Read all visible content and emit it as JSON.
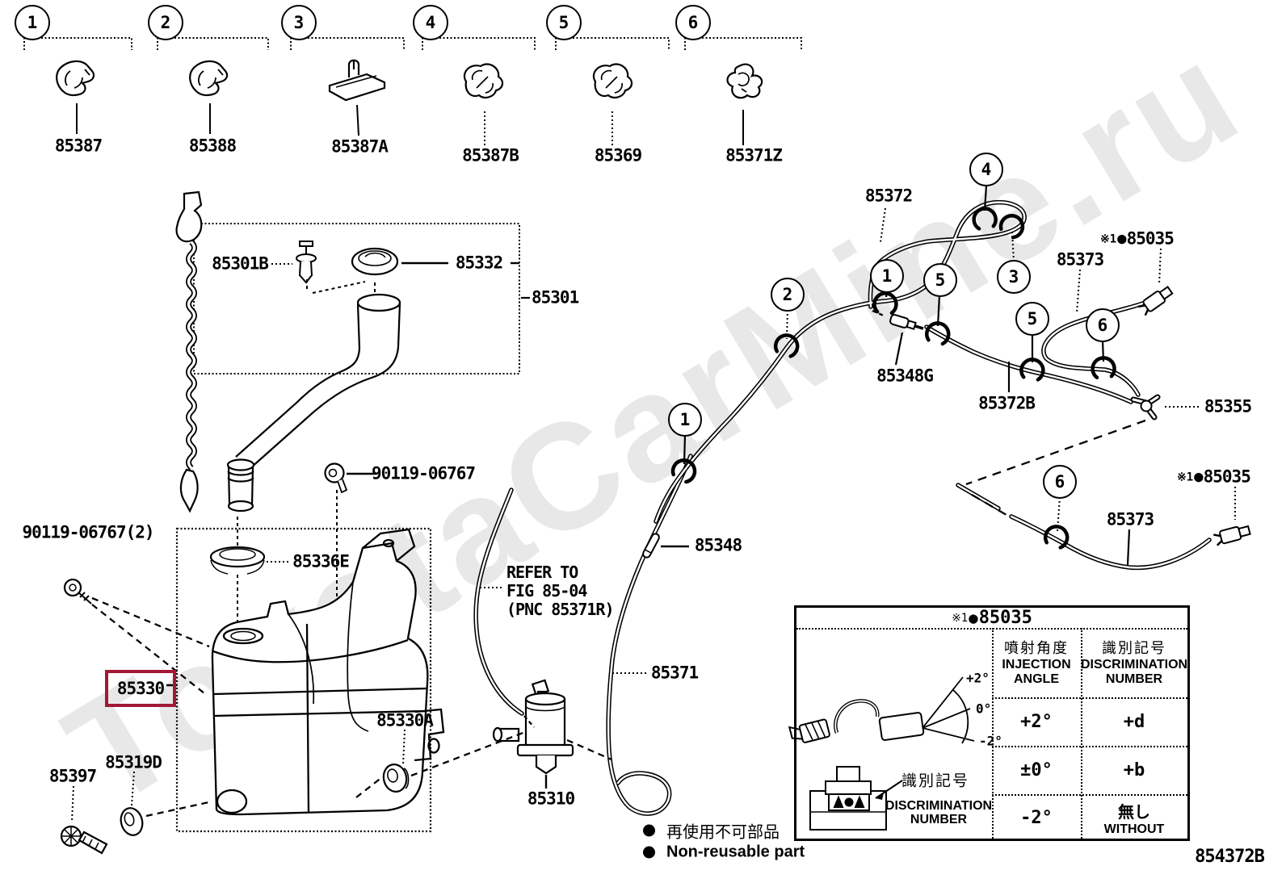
{
  "watermark": "ToyotaCarMine.ru",
  "doc_code": "854372B",
  "colors": {
    "highlight_box": "#a21836",
    "watermark": "#e8e8e8",
    "line": "#000000"
  },
  "icons": [
    "callout-circle",
    "hose-clip-hook",
    "non-reusable-dot"
  ],
  "top_sections": [
    {
      "num": "1",
      "part": "85387"
    },
    {
      "num": "2",
      "part": "85388"
    },
    {
      "num": "3",
      "part": "85387A"
    },
    {
      "num": "4",
      "part": "85387B"
    },
    {
      "num": "5",
      "part": "85369"
    },
    {
      "num": "6",
      "part": "85371Z"
    }
  ],
  "reservoir": {
    "clip": "85301B",
    "cap": "85332",
    "assembly": "85301",
    "bolt": "90119-06767",
    "bolt2": "90119-06767(2)",
    "grommet_top": "85336E",
    "jar": "85330",
    "jar_grommet": "85330A",
    "packing": "85319D",
    "level_switch": "85397",
    "pump": "85310"
  },
  "routing": {
    "hose_a": "85372",
    "joint": "85348G",
    "hose_b": "85372B",
    "tjoint": "85355",
    "hose_c1": "85373",
    "hose_c2": "85373",
    "nozzle1_prefix": "※1",
    "nozzle1": "85035",
    "nozzle2_prefix": "※1",
    "nozzle2": "85035",
    "connector": "85348",
    "hose_main": "85371",
    "refer_line1": "REFER TO",
    "refer_line2": "FIG 85-04",
    "refer_line3": "(PNC 85371R)",
    "callouts": [
      "4",
      "3",
      "1",
      "5",
      "2",
      "1",
      "5",
      "6",
      "6"
    ]
  },
  "legend": {
    "dot": "●",
    "jp": "再使用不可部品",
    "en": "Non-reusable part"
  },
  "table": {
    "title_prefix": "※1",
    "title": "85035",
    "angle_jp": "噴射角度",
    "angle_en1": "INJECTION",
    "angle_en2": "ANGLE",
    "disc_jp": "識別記号",
    "disc_en1": "DISCRIMINATION",
    "disc_en2": "NUMBER",
    "note_jp": "識別記号",
    "note_en1": "DISCRIMINATION",
    "note_en2": "NUMBER",
    "fan_labels": [
      "+2°",
      "0°",
      "-2°"
    ],
    "rows": [
      {
        "angle": "+2°",
        "number": "+d",
        "number2": ""
      },
      {
        "angle": "±0°",
        "number": "+b",
        "number2": ""
      },
      {
        "angle": "-2°",
        "number": "無し",
        "number2": "WITHOUT"
      }
    ]
  }
}
